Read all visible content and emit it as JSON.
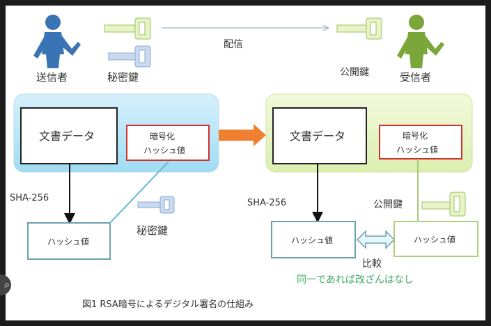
{
  "sender": {
    "label": "送信者"
  },
  "receiver": {
    "label": "受信者"
  },
  "keys": {
    "private": "秘密鍵",
    "public": "公開鍵"
  },
  "distribution_label": "配信",
  "sender_panel": {
    "document": "文書データ",
    "encrypted_line1": "暗号化",
    "encrypted_line2": "ハッシュ値"
  },
  "receiver_panel": {
    "document": "文書データ",
    "encrypted_line1": "暗号化",
    "encrypted_line2": "ハッシュ値"
  },
  "hash_algorithm": "SHA-256",
  "hash_value": "ハッシュ値",
  "compare_label": "比較",
  "result_note": "同一であれば改ざんはなし",
  "caption": "図1  RSA暗号によるデジタル署名の仕組み",
  "colors": {
    "sender": "#3a74b4",
    "receiver": "#7aa63a",
    "red_box": "#d03030",
    "orange_arrow": "#ee8030",
    "note_green": "#3aa860"
  }
}
